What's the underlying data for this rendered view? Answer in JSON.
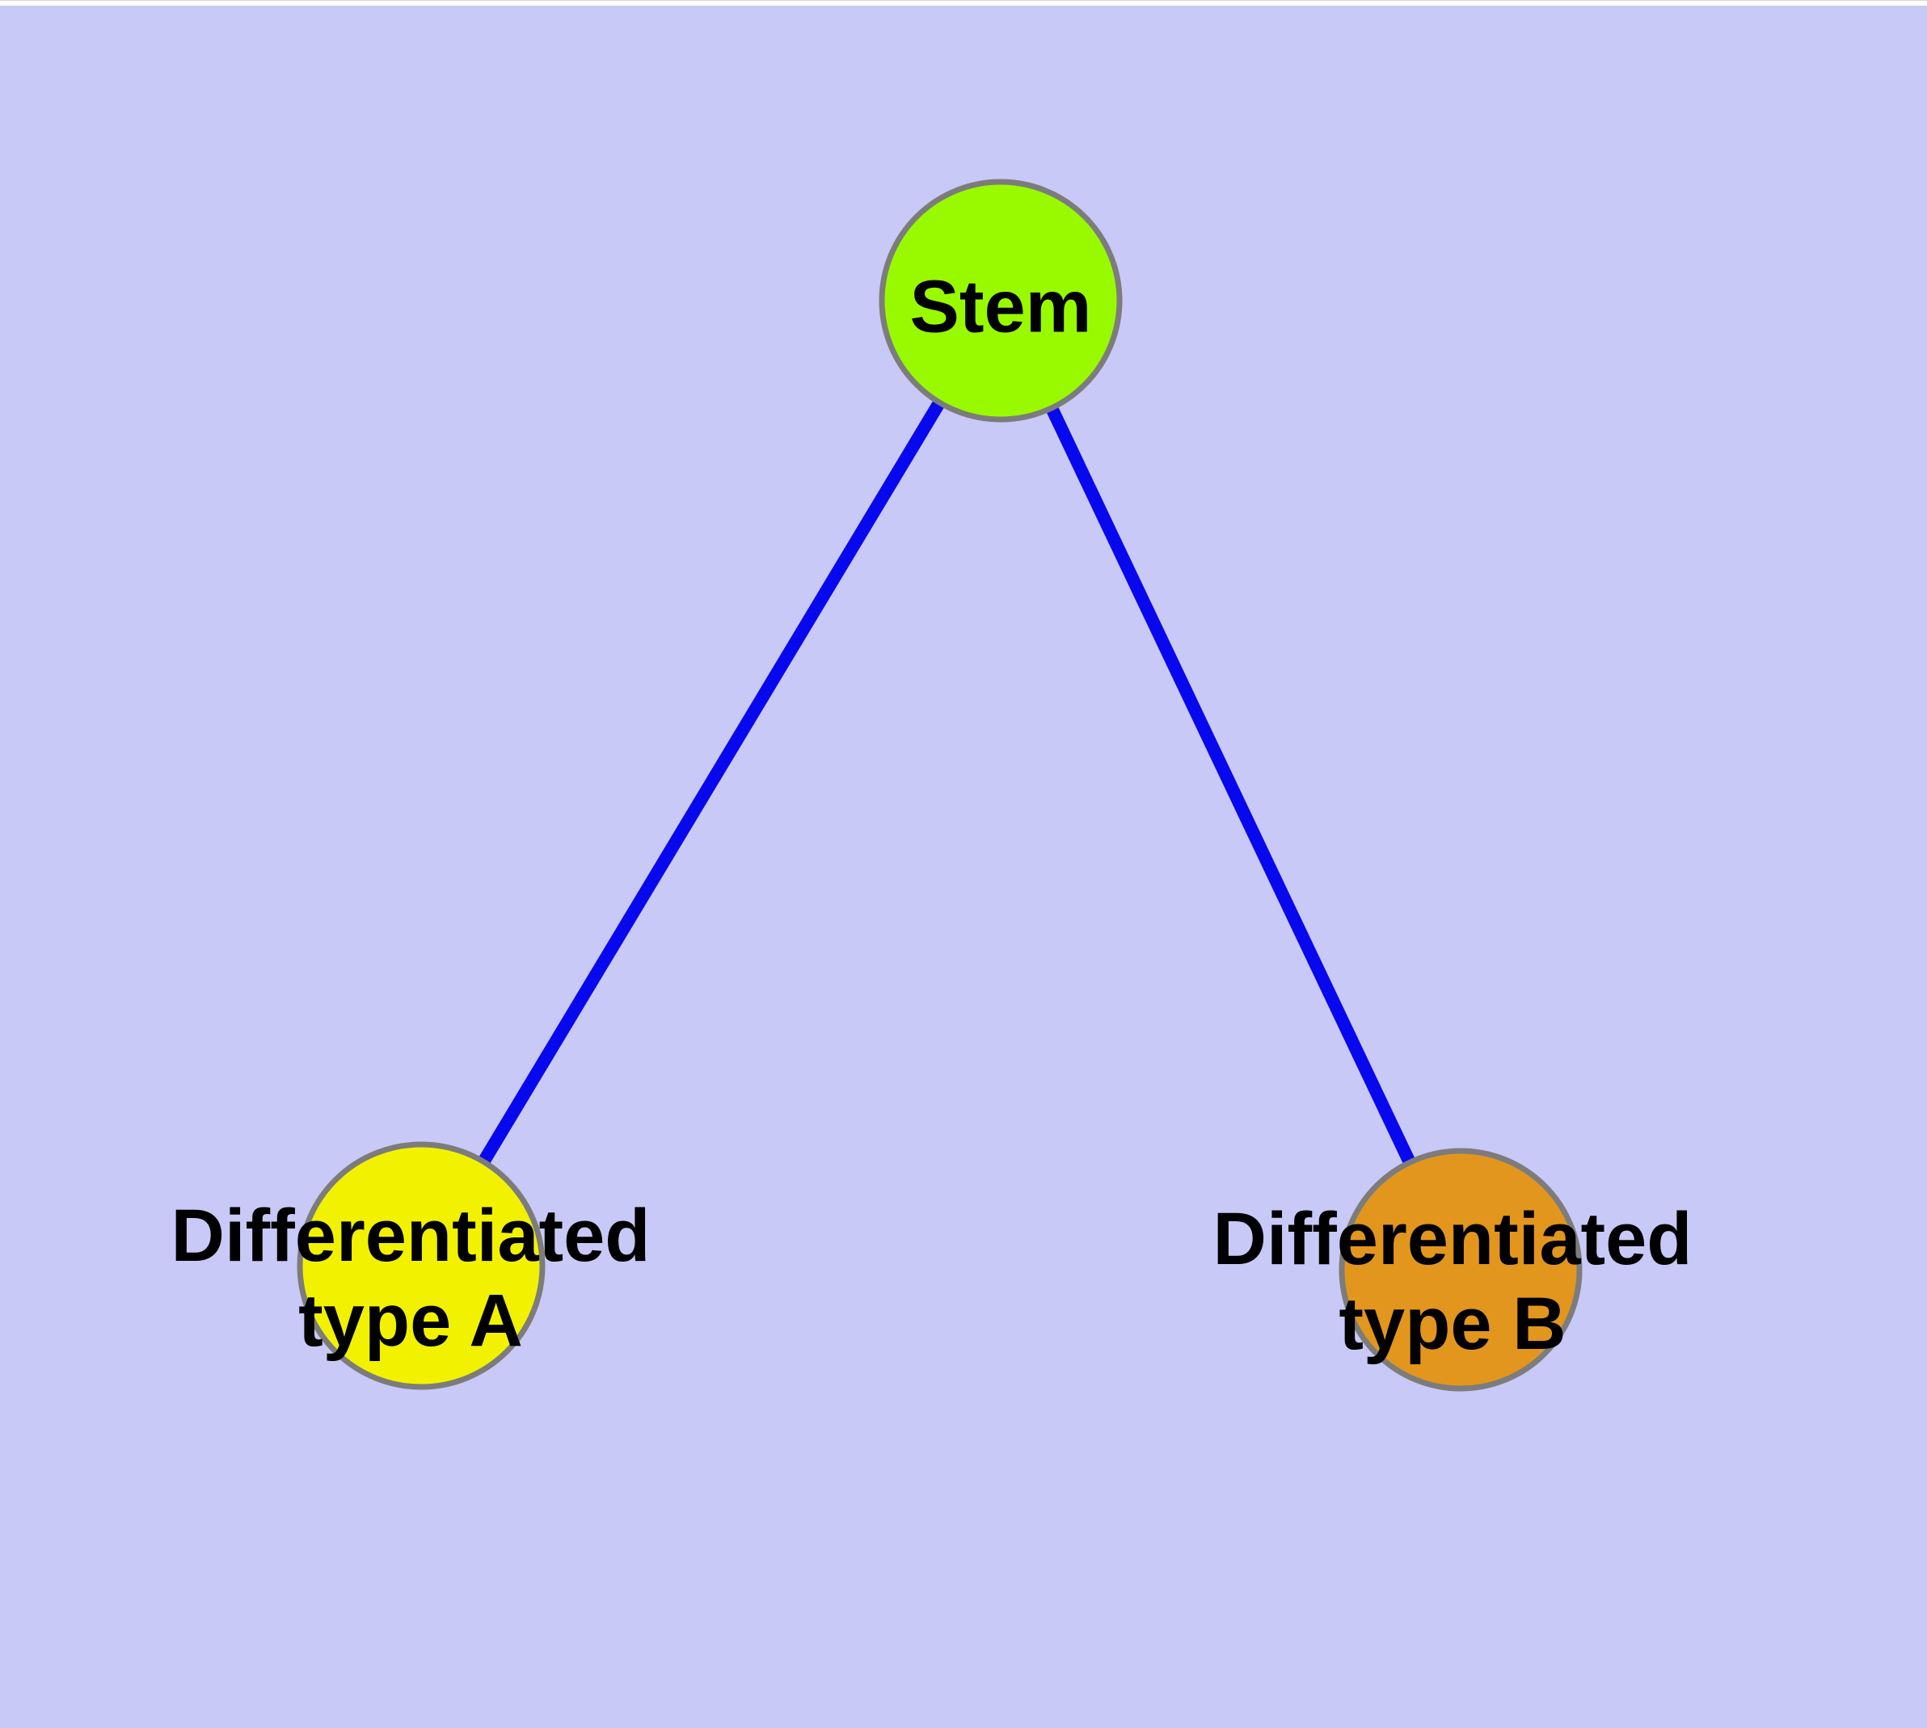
{
  "diagram": {
    "title": "",
    "background_color": "#c9c9f7",
    "page_color": "#ffffff",
    "edge_color": "#0808ee",
    "node_border_color": "#7c7c7c",
    "label_text_color": "#000000",
    "nodes": [
      {
        "id": "stem",
        "label": "Stem",
        "line1": "Stem",
        "line2": "",
        "color": "#99fa00"
      },
      {
        "id": "differentiated-type-a",
        "label": "Differentiated type A",
        "line1": "Differentiated",
        "line2": "type A",
        "color": "#f2f200"
      },
      {
        "id": "differentiated-type-b",
        "label": "Differentiated type B",
        "line1": "Differentiated",
        "line2": "type B",
        "color": "#e2961e"
      }
    ],
    "edges": [
      {
        "from": "stem",
        "to": "differentiated-type-a"
      },
      {
        "from": "stem",
        "to": "differentiated-type-b"
      }
    ]
  }
}
